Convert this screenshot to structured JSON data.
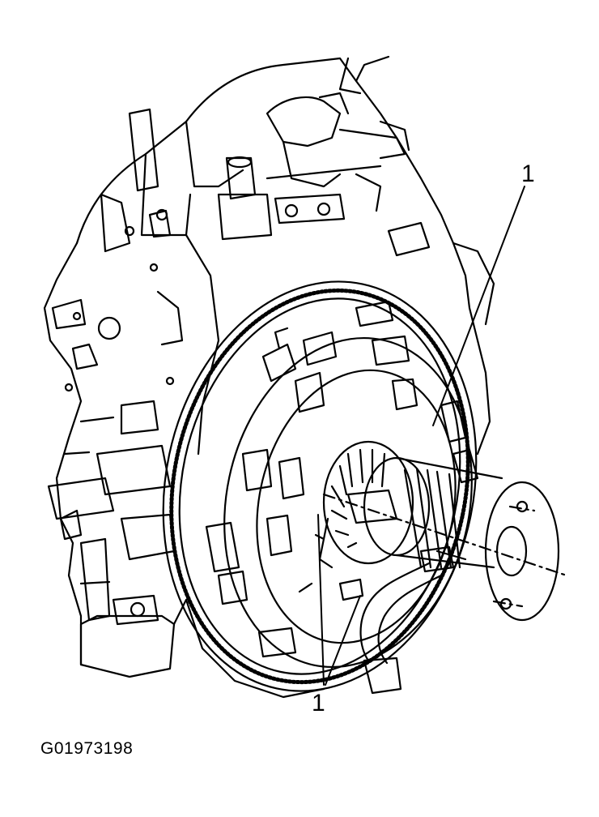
{
  "callouts": {
    "top": "1",
    "bottom": "1"
  },
  "figure": {
    "code": "G01973198"
  },
  "colors": {
    "line": "#000000",
    "background": "#ffffff"
  }
}
